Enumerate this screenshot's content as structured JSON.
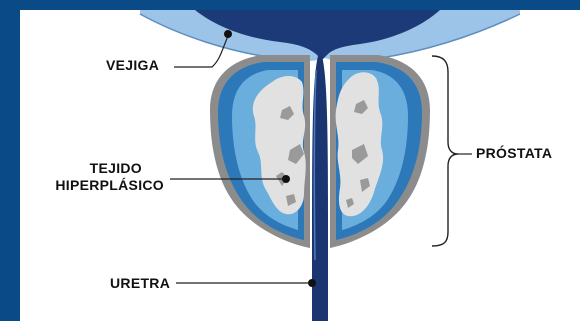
{
  "labels": {
    "bladder": "VEJIGA",
    "tissue_line1": "TEJIDO",
    "tissue_line2": "HIPERPLÁSICO",
    "prostate": "PRÓSTATA",
    "urethra": "URETRA"
  },
  "colors": {
    "frame": "#0a4a86",
    "bladder_light": "#9cc4e8",
    "bladder_dark": "#1c3a78",
    "prostate_outer": "#8c8c8c",
    "prostate_mid": "#2d78b8",
    "prostate_inner": "#6aaede",
    "tissue": "#e1e1e1",
    "tissue_shade": "#9a9a9a",
    "urethra": "#1b3570",
    "leader": "#222222"
  }
}
